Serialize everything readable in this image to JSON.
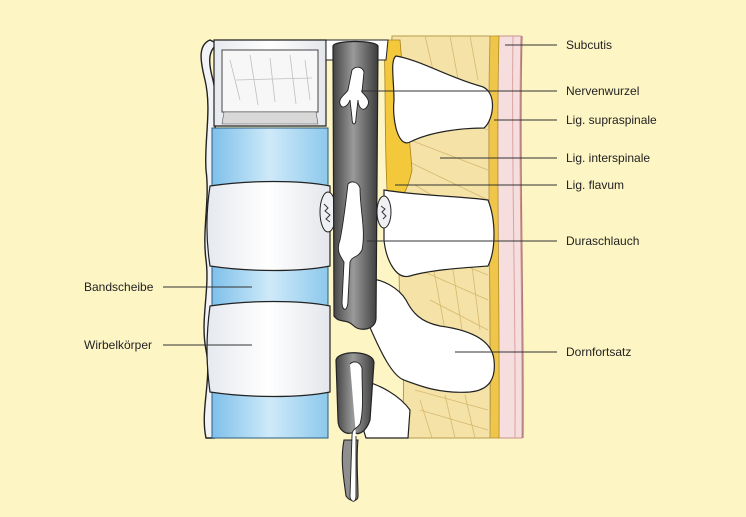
{
  "labels": {
    "subcutis": "Subcutis",
    "nervenwurzel": "Nervenwurzel",
    "lig_supraspinale": "Lig. supraspinale",
    "lig_interspinale": "Lig. interspinale",
    "lig_flavum": "Lig. flavum",
    "duraschlauch": "Duraschlauch",
    "dornfortsatz": "Dornfortsatz",
    "bandscheibe": "Bandscheibe",
    "wirbelkoerper": "Wirbelkörper"
  },
  "colors": {
    "background": "#fdf5c4",
    "disc": "#a9d7f2",
    "bone": "#ffffff",
    "ligament": "#f2dc9a",
    "flavum": "#f3c83a",
    "dura": "#6b6b6b",
    "skin": "#f5dada"
  }
}
